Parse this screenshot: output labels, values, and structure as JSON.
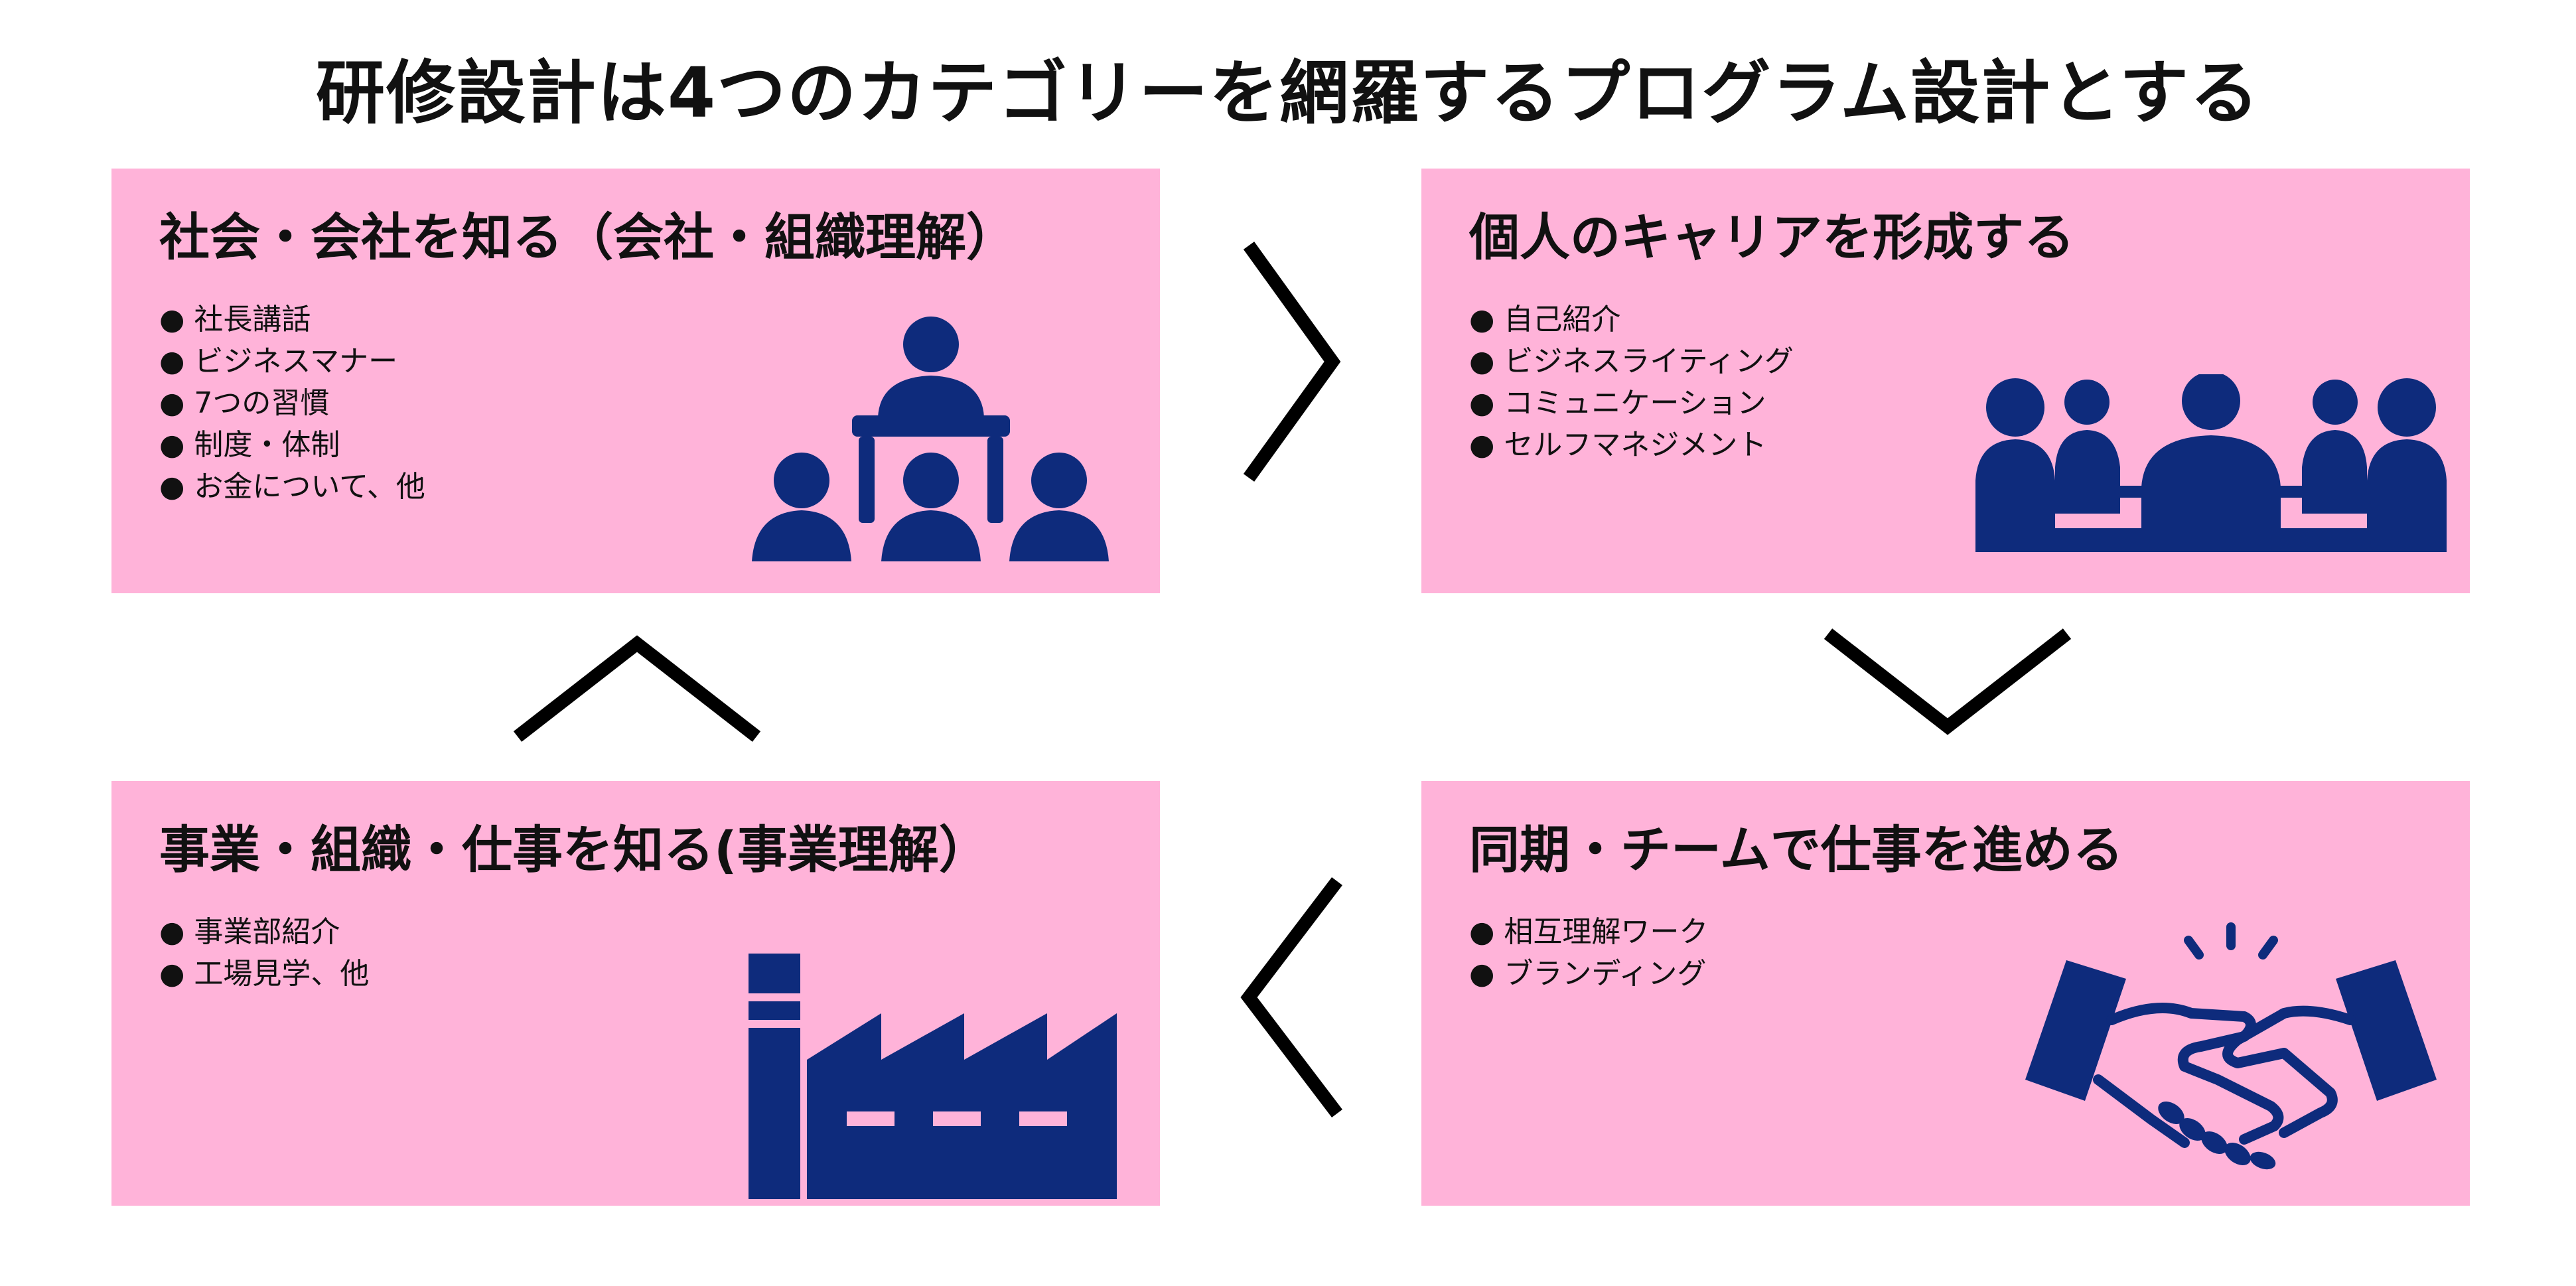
{
  "title": "研修設計は4つのカテゴリーを網羅するプログラム設計とする",
  "colors": {
    "card_bg": "#ffb3d9",
    "icon": "#0e2b7c",
    "arrow": "#000000"
  },
  "bullet": "●",
  "cards": {
    "top_left": {
      "title": "社会・会社を知る（会社・組織理解）",
      "items": [
        "社長講話",
        "ビジネスマナー",
        "7つの習慣",
        "制度・体制",
        "お金について、他"
      ],
      "icon": "lecture-icon"
    },
    "top_right": {
      "title": "個人のキャリアを形成する",
      "items": [
        "自己紹介",
        "ビジネスライティング",
        "コミュニケーション",
        "セルフマネジメント"
      ],
      "icon": "meeting-icon"
    },
    "bottom_left": {
      "title": "事業・組織・仕事を知る(事業理解）",
      "items": [
        "事業部紹介",
        "工場見学、他"
      ],
      "icon": "factory-icon"
    },
    "bottom_right": {
      "title": "同期・チームで仕事を進める",
      "items": [
        "相互理解ワーク",
        "ブランディング"
      ],
      "icon": "handshake-icon"
    }
  },
  "arrows": [
    "chevron-right-icon",
    "chevron-down-icon",
    "chevron-left-icon",
    "chevron-up-icon"
  ]
}
